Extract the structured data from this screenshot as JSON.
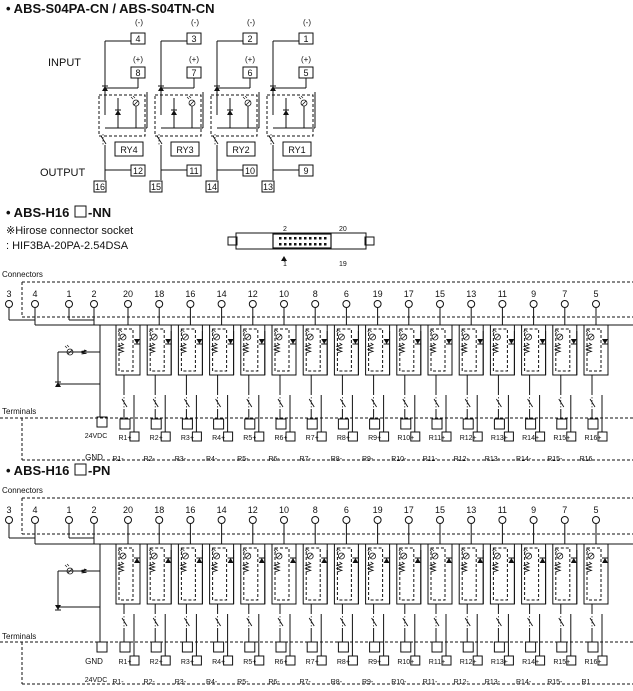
{
  "s04": {
    "heading": "• ABS-S04PA-CN / ABS-S04TN-CN",
    "input_label": "INPUT",
    "output_label": "OUTPUT",
    "minus": "(-)",
    "plus": "(+)",
    "channels": [
      {
        "relay": "RY4",
        "neg": "4",
        "pos": "8",
        "out_top": "12",
        "out_bottom": "16"
      },
      {
        "relay": "RY3",
        "neg": "3",
        "pos": "7",
        "out_top": "11",
        "out_bottom": "15"
      },
      {
        "relay": "RY2",
        "neg": "2",
        "pos": "6",
        "out_top": "10",
        "out_bottom": "14"
      },
      {
        "relay": "RY1",
        "neg": "1",
        "pos": "5",
        "out_top": "9",
        "out_bottom": "13"
      }
    ]
  },
  "nn": {
    "heading": "• ABS-H16",
    "heading_suffix": "-NN",
    "note1": "※Hirose connector socket",
    "note2": ": HIF3BA-20PA-2.54DSA",
    "pin_2": "2",
    "pin_20": "20",
    "pin_1": "1",
    "pin_19": "19",
    "connectors_label": "Connectors",
    "terminals_label": "Terminals",
    "left_pins": [
      "3",
      "4",
      "1",
      "2"
    ],
    "pins": [
      "20",
      "18",
      "16",
      "14",
      "12",
      "10",
      "8",
      "6",
      "19",
      "17",
      "15",
      "13",
      "11",
      "9",
      "7",
      "5"
    ],
    "gnd": "GND",
    "vdc": "24VDC",
    "rplus": [
      "R1+",
      "R2+",
      "R3+",
      "R4+",
      "R5+",
      "R6+",
      "R7+",
      "R8+",
      "R9+",
      "R10+",
      "R11+",
      "R12+",
      "R13+",
      "R14+",
      "R15+",
      "R16+"
    ],
    "rminus": [
      "R1-",
      "R2-",
      "R3-",
      "R4-",
      "R5-",
      "R6-",
      "R7-",
      "R8-",
      "R9-",
      "R10-",
      "R11-",
      "R12-",
      "R13-",
      "R14-",
      "R15-",
      "R16"
    ]
  },
  "pn": {
    "heading": "• ABS-H16",
    "heading_suffix": "-PN",
    "connectors_label": "Connectors",
    "terminals_label": "Terminals",
    "left_pins": [
      "3",
      "4",
      "1",
      "2"
    ],
    "pins": [
      "20",
      "18",
      "16",
      "14",
      "12",
      "10",
      "8",
      "6",
      "19",
      "17",
      "15",
      "13",
      "11",
      "9",
      "7",
      "5"
    ],
    "gnd": "GND",
    "vdc": "24VDC",
    "rplus": [
      "R1+",
      "R2+",
      "R3+",
      "R4+",
      "R5+",
      "R6+",
      "R7+",
      "R8+",
      "R9+",
      "R10+",
      "R11+",
      "R12+",
      "R13+",
      "R14+",
      "R15+",
      "R16+"
    ],
    "rminus": [
      "R1-",
      "R2-",
      "R3-",
      "R4-",
      "R5-",
      "R6-",
      "R7-",
      "R8-",
      "R9-",
      "R10-",
      "R11-",
      "R12-",
      "R13-",
      "R14-",
      "R15-",
      "R1"
    ]
  }
}
